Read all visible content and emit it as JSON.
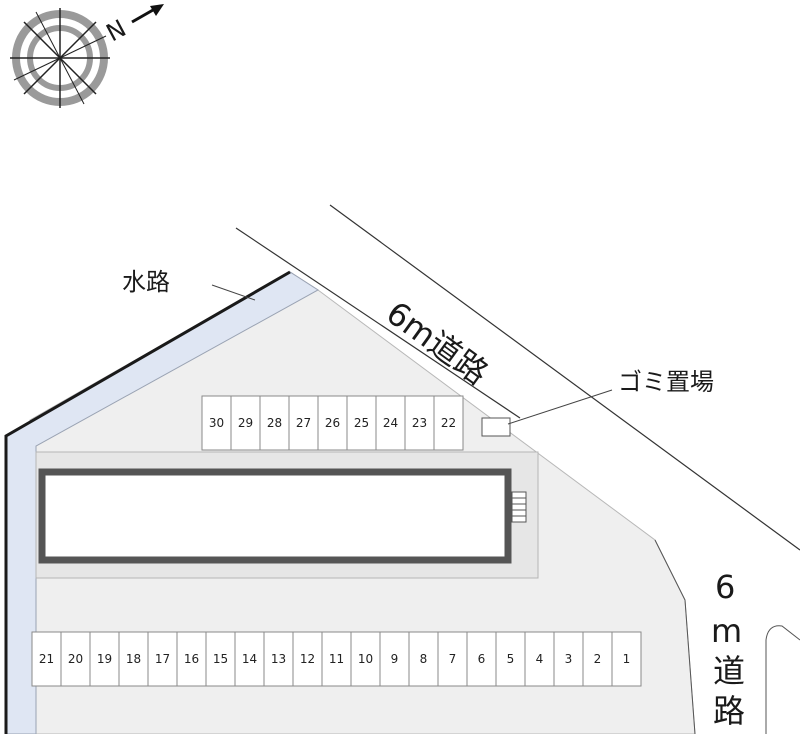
{
  "compass": {
    "label": "N",
    "icon": "north-arrow-icon"
  },
  "labels": {
    "waterway": "水路",
    "road_diagonal": "6m道路",
    "garbage": "ゴミ置場",
    "road_vertical_top": "6",
    "road_vertical_mid": "m",
    "road_vertical_c1": "道",
    "road_vertical_c2": "路"
  },
  "parking_top": [
    "30",
    "29",
    "28",
    "27",
    "26",
    "25",
    "24",
    "23",
    "22"
  ],
  "parking_bottom": [
    "21",
    "20",
    "19",
    "18",
    "17",
    "16",
    "15",
    "14",
    "13",
    "12",
    "11",
    "10",
    "9",
    "8",
    "7",
    "6",
    "5",
    "4",
    "3",
    "2",
    "1"
  ],
  "colors": {
    "lot": "#efefef",
    "lot_edge": "#b8b8b8",
    "waterway": "#dfe6f3",
    "building_outline": "#555555",
    "wall": "#1a1a1a",
    "road_line": "#333333"
  }
}
